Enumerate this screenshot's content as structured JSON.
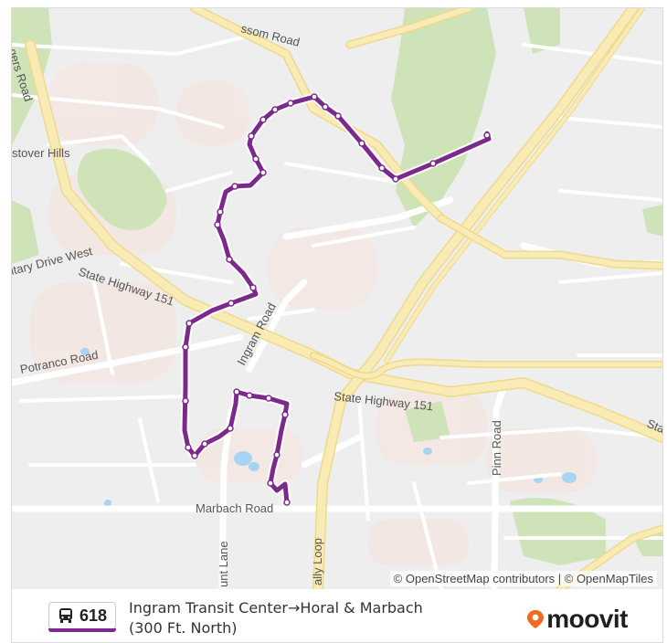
{
  "map": {
    "road_labels": {
      "folsom": "ssom Road",
      "rogers": "gers Road",
      "westover": "stover Hills",
      "military": "itary Drive West",
      "sh151_west": "State Highway 151",
      "ingram": "Ingram Road",
      "potranco": "Potranco Road",
      "sh151_east": "State Highway 151",
      "sh151_edge": "Sta",
      "pinn": "Pinn Road",
      "marbach": "Marbach Road",
      "hunt": "unt Lane",
      "loop": "ally Loop"
    },
    "attribution": "© OpenStreetMap contributors | © OpenMapTiles",
    "colors": {
      "route": "#7b2a8c",
      "highway": "#f6e6a2",
      "park": "#cfe3b8",
      "water": "#a9d3f2"
    }
  },
  "footer": {
    "route_icon": "bus-icon",
    "route_number": "618",
    "headsign_line1": "Ingram Transit Center→Horal & Marbach",
    "headsign_line2": "(300 Ft. North)",
    "brand_name": "moovit",
    "brand_icon": "moovit-pin-icon",
    "brand_color": "#f26a22"
  }
}
